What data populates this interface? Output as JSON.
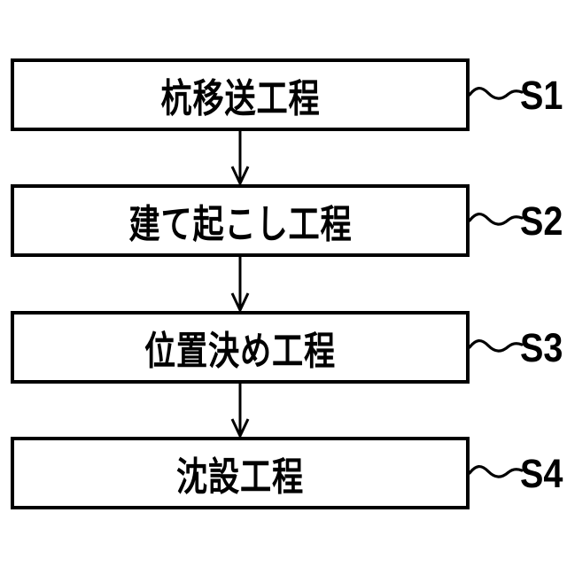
{
  "diagram": {
    "type": "flowchart",
    "direction": "top-to-bottom",
    "background_color": "#ffffff",
    "line_color": "#000000",
    "flow_order": [
      "S1",
      "S2",
      "S3",
      "S4"
    ],
    "connections": [
      {
        "from": "S1",
        "to": "S2"
      },
      {
        "from": "S2",
        "to": "S3"
      },
      {
        "from": "S3",
        "to": "S4"
      }
    ]
  },
  "steps": [
    {
      "label": "杭移送工程",
      "ref": "S1"
    },
    {
      "label": "建て起こし工程",
      "ref": "S2"
    },
    {
      "label": "位置決め工程",
      "ref": "S3"
    },
    {
      "label": "沈設工程",
      "ref": "S4"
    }
  ]
}
